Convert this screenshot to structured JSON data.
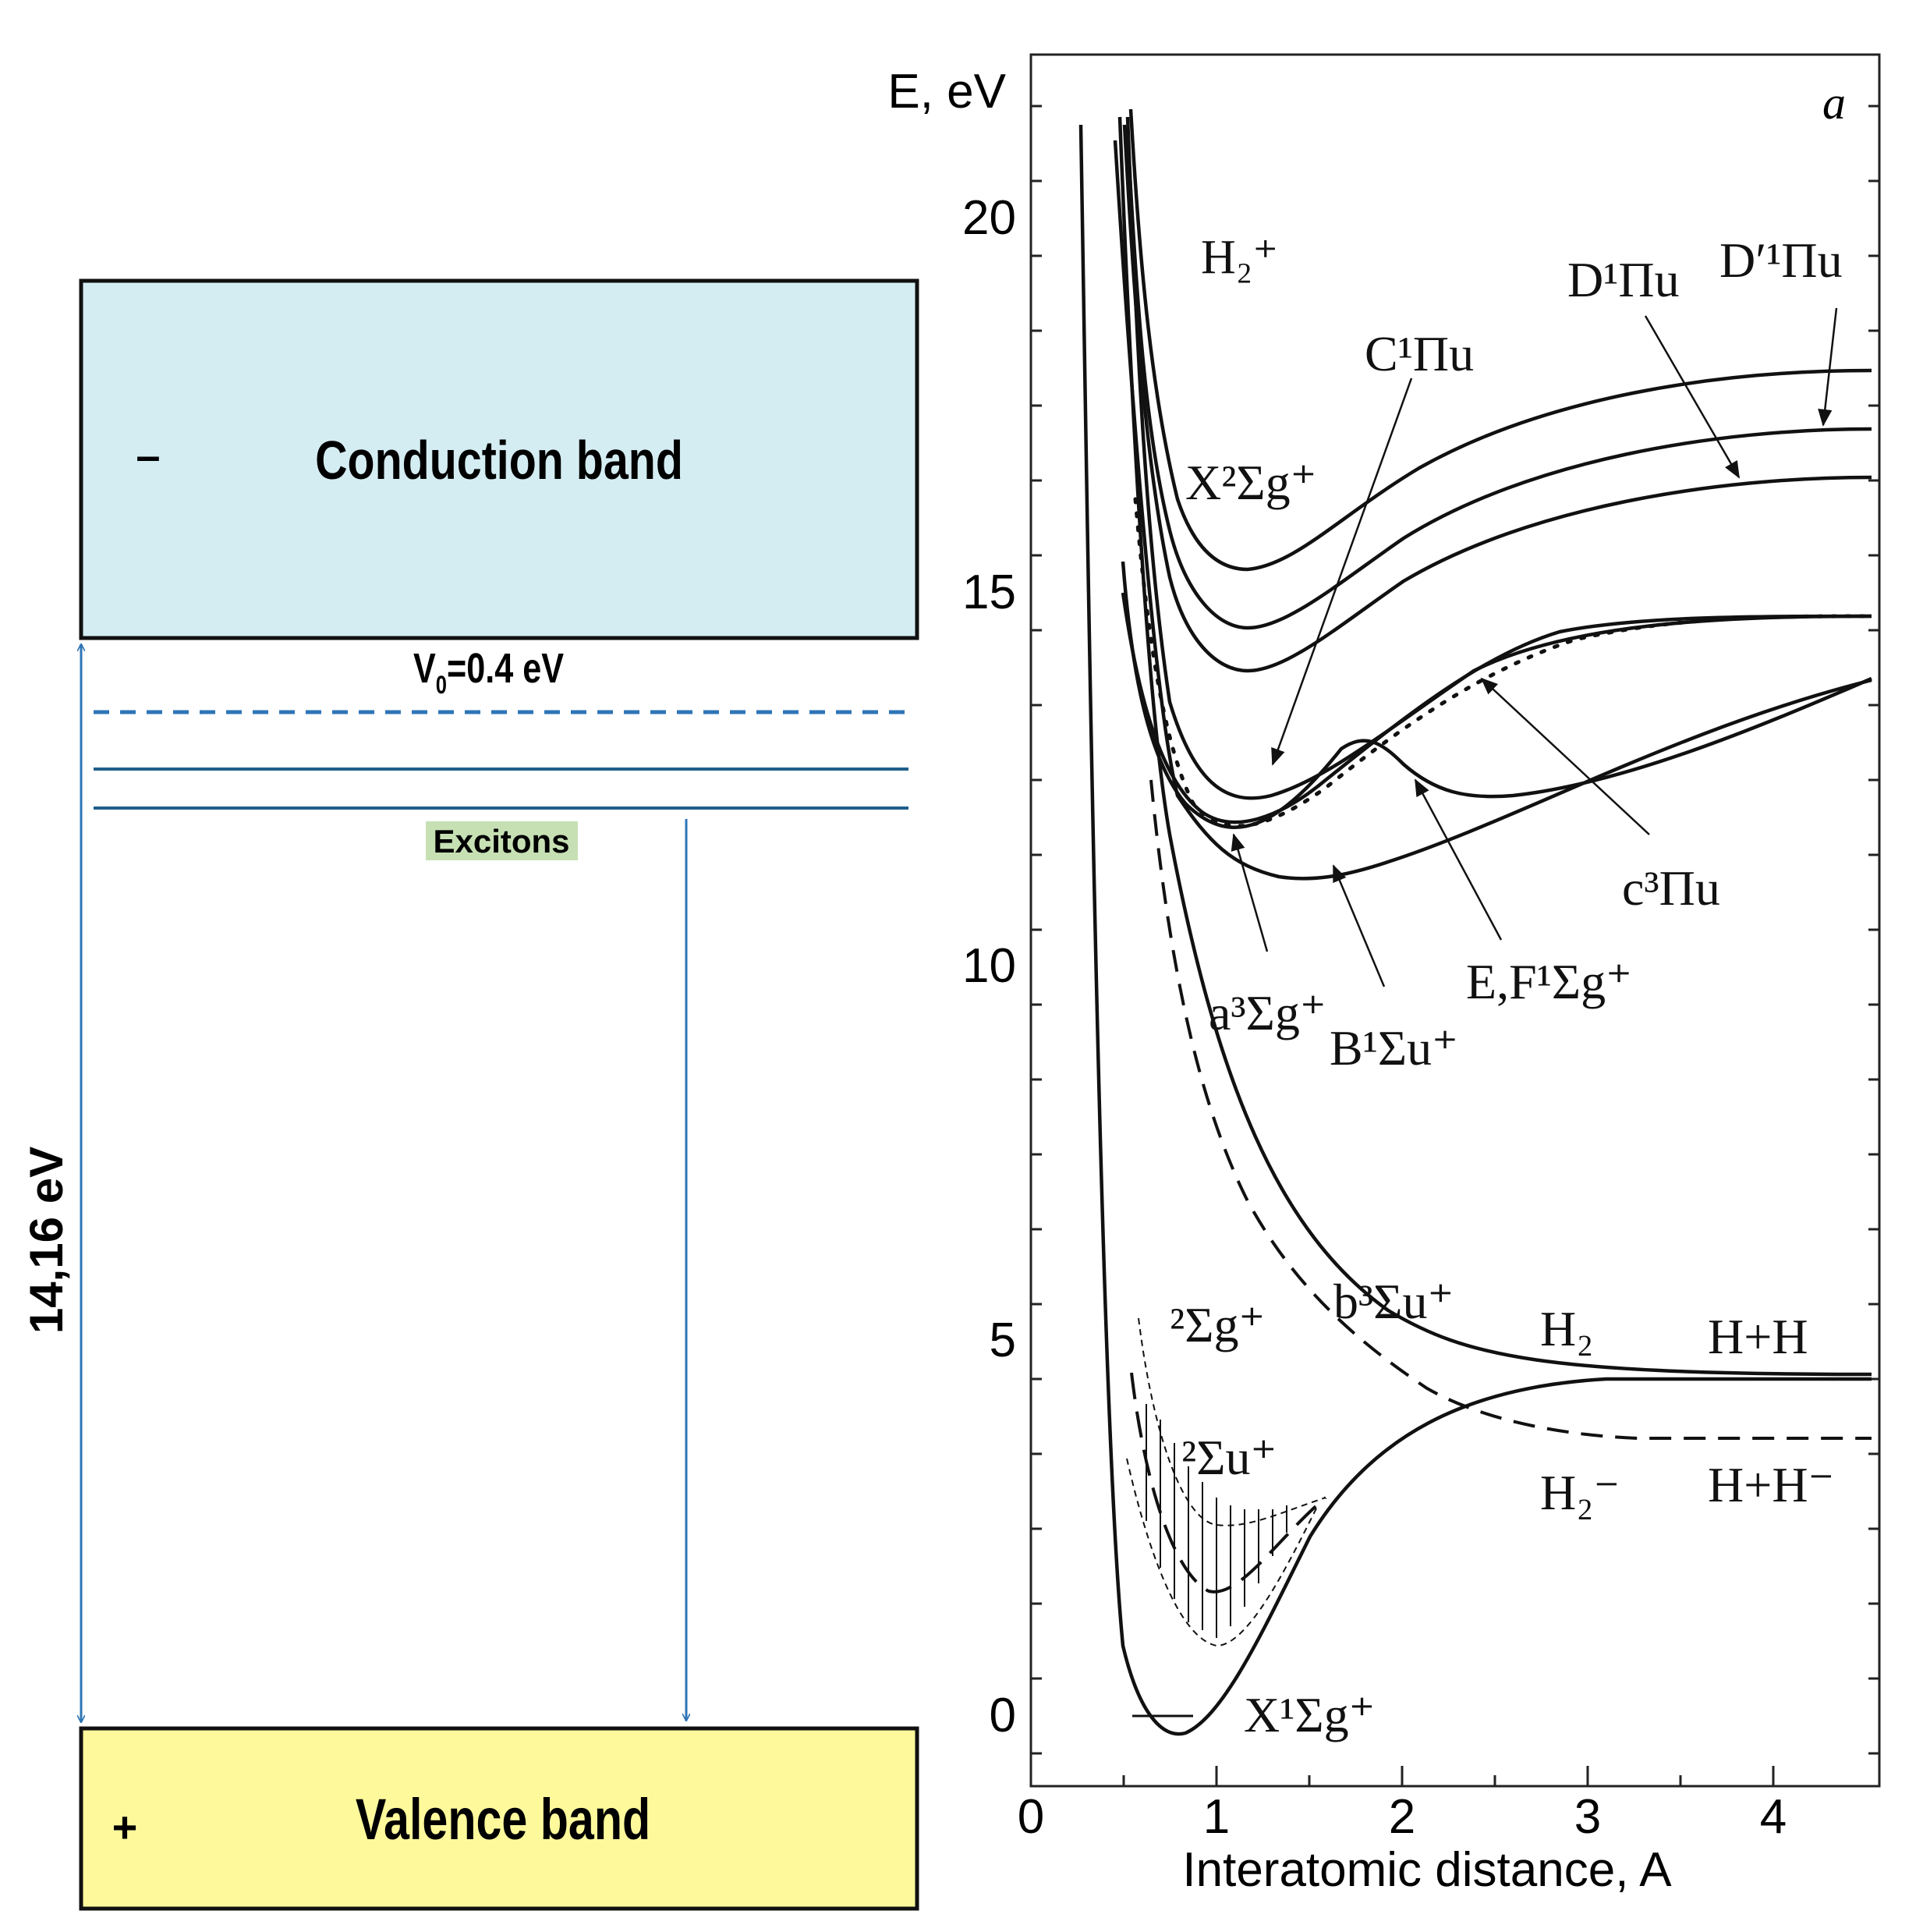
{
  "band_diagram": {
    "conduction_band": {
      "label": "Conduction band",
      "sign": "–",
      "color": "#d4edf3"
    },
    "valence_band": {
      "label": "Valence band",
      "sign": "+",
      "color": "#fefa9c"
    },
    "v0_label": {
      "v": "V",
      "sub": "0",
      "rest": "=0.4 eV"
    },
    "excitons_label": "Excitons",
    "excitons_bg": "#c6e0b4",
    "gap_label": "14,16 eV",
    "arrow_color": "#2e75b6",
    "level_color": "#1f5f8b"
  },
  "potential_plot": {
    "panel_letter": "a",
    "y_axis_title": "E, eV",
    "x_axis_title": "Interatomic distance, A",
    "y_ticks": [
      "0",
      "5",
      "10",
      "15",
      "20"
    ],
    "x_ticks": [
      "0",
      "1",
      "2",
      "3",
      "4"
    ],
    "state_labels": {
      "h2_plus": "H₂⁺",
      "x2_sigma_g": "X²Σg⁺",
      "c1_pi_u": "C¹Πu",
      "d1_pi_u": "D¹Πu",
      "dprime1_pi_u": "D′¹Πu",
      "c3_pi_u": "c³Πu",
      "ef1_sigma_g": "E,F¹Σg⁺",
      "b1_sigma_u": "B¹Σu⁺",
      "a3_sigma_g": "a³Σg⁺",
      "b3_sigma_u": "b³Σu⁺",
      "sigma_g_2": "²Σg⁺",
      "sigma_u_2": "²Σu⁺",
      "h2": "H₂",
      "hh": "H+H",
      "h2_minus": "H₂⁻",
      "hh_minus": "H+H⁻",
      "x1_sigma_g": "X¹Σg⁺"
    }
  }
}
